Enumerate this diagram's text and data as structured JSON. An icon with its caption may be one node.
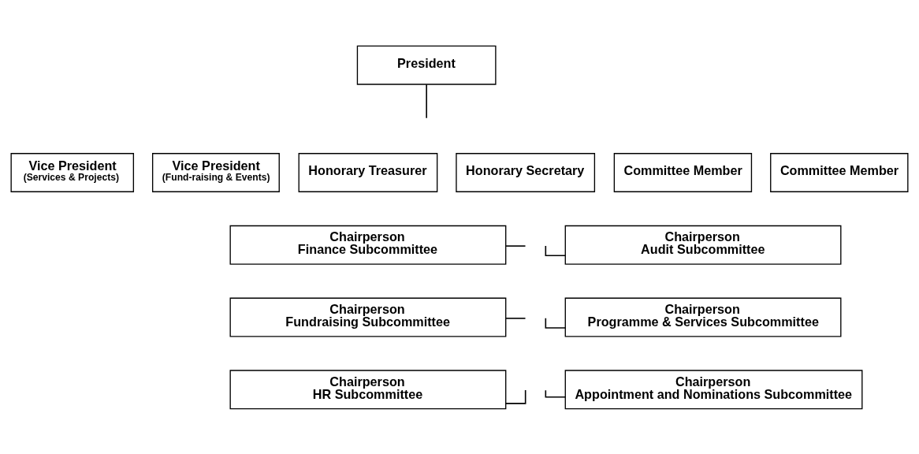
{
  "diagram": {
    "nodes": [
      {
        "text": [
          "President"
        ]
      },
      {
        "text": [
          "Vice President",
          "(Services & Projects)"
        ]
      },
      {
        "text": [
          "Vice President",
          "(Fund-raising & Events)"
        ]
      },
      {
        "text": [
          "Honorary Treasurer"
        ]
      },
      {
        "text": [
          "Honorary Secretary"
        ]
      },
      {
        "text": [
          "Committee Member"
        ]
      },
      {
        "text": [
          "Committee Member"
        ]
      },
      {
        "text": [
          "Chairperson",
          "Finance Subcommittee"
        ]
      },
      {
        "text": [
          "Chairperson",
          "Audit Subcommittee"
        ]
      },
      {
        "text": [
          "Chairperson",
          "Fundraising Subcommittee"
        ]
      },
      {
        "text": [
          "Chairperson",
          "Programme & Services Subcommittee"
        ]
      },
      {
        "text": [
          "Chairperson",
          "HR Subcommittee"
        ]
      },
      {
        "text": [
          "Chairperson",
          "Appointment and Nominations Subcommittee"
        ]
      }
    ],
    "edges": [
      {
        "from": 0,
        "to": null,
        "arrow": "none"
      },
      {
        "from": null,
        "to": 7,
        "arrow": "none"
      },
      {
        "from": null,
        "to": 8,
        "arrow": "none"
      },
      {
        "from": null,
        "to": 9,
        "arrow": "none"
      },
      {
        "from": null,
        "to": 10,
        "arrow": "none"
      },
      {
        "from": null,
        "to": 11,
        "arrow": "none"
      },
      {
        "from": null,
        "to": 12,
        "arrow": "none"
      }
    ]
  }
}
